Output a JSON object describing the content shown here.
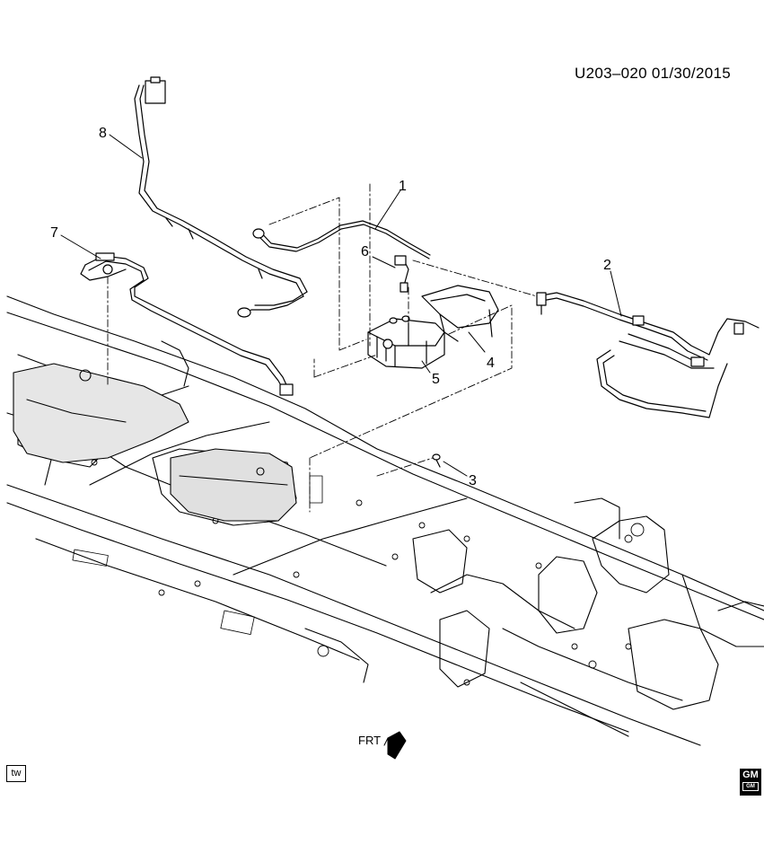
{
  "diagram_code": "U203–020  01/30/2015",
  "callouts": [
    "1",
    "2",
    "3",
    "4",
    "5",
    "6",
    "7",
    "8"
  ],
  "front_arrow_label": "FRT",
  "corner_badge_left": "tw",
  "logo": {
    "name": "gm-logo",
    "text": "GM",
    "sub": "GM"
  },
  "colors": {
    "line": "#000000",
    "background": "#ffffff",
    "fill": "#ffffff",
    "shade": "#d9d9d9"
  }
}
